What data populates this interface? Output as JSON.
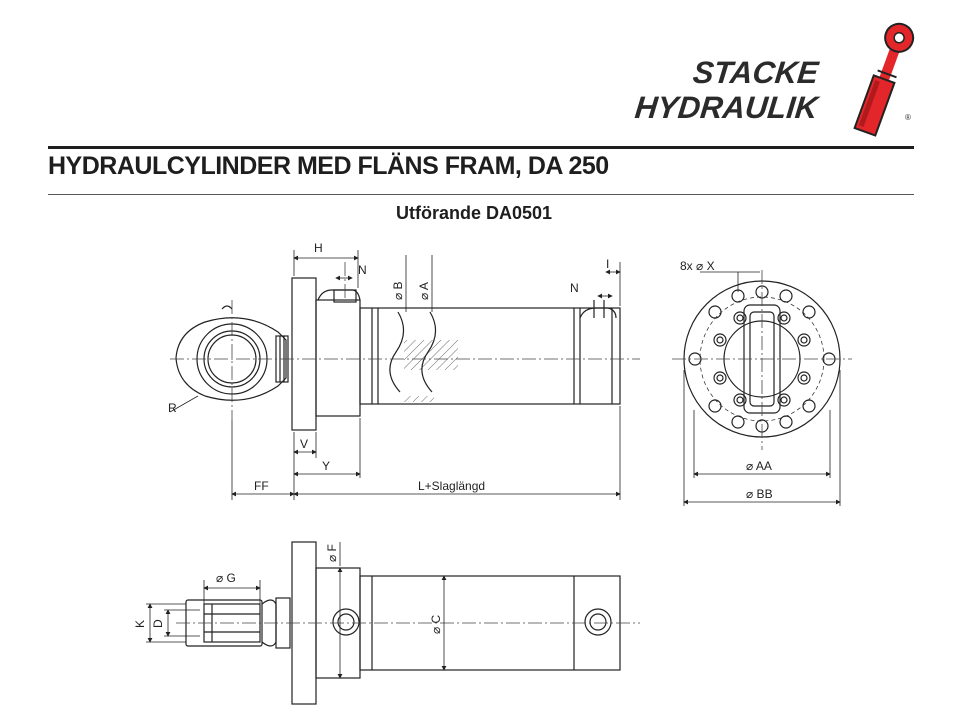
{
  "brand": {
    "line1": "STACKE",
    "line2": "HYDRAULIK",
    "registered": "®",
    "accent_color": "#e3262a",
    "text_color": "#2b2b2b"
  },
  "document": {
    "title": "HYDRAULCYLINDER MED FLÄNS FRAM, DA 250",
    "subtitle": "Utförande DA0501"
  },
  "dimensions": {
    "H": "H",
    "N_front": "N",
    "B": "⌀ B",
    "A": "⌀ A",
    "N_rear": "N",
    "I": "I",
    "R": "R",
    "V": "V",
    "Y": "Y",
    "FF": "FF",
    "L": "L+Slaglängd",
    "X": "8x  ⌀ X",
    "AA": "⌀ AA",
    "BB": "⌀ BB",
    "F": "⌀ F",
    "G": "⌀ G",
    "K": "K",
    "D": "D",
    "C": "⌀ C"
  }
}
